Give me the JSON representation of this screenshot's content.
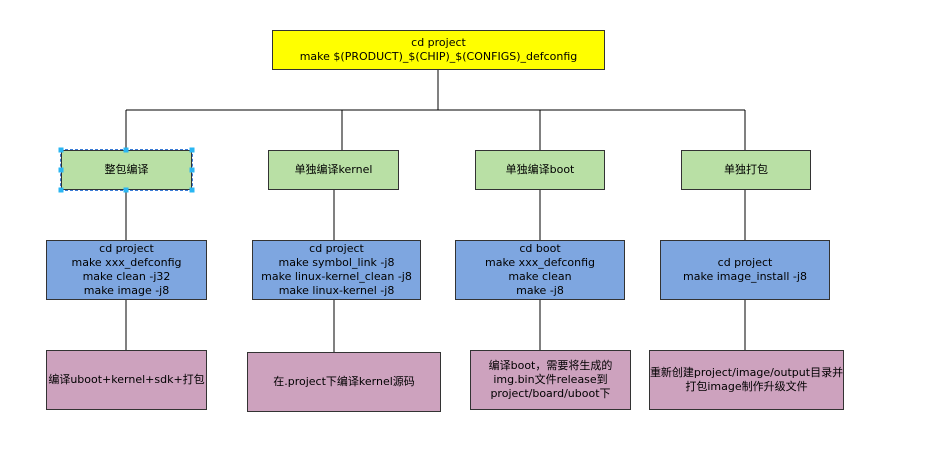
{
  "root": {
    "lines": [
      "cd project",
      "make $(PRODUCT)_$(CHIP)_$(CONFIGS)_defconfig"
    ]
  },
  "branches": [
    {
      "title": "整包编译",
      "commands": [
        "cd project",
        "make xxx_defconfig",
        "make clean -j32",
        "make image -j8"
      ],
      "note": [
        "编译uboot+kernel+sdk+打包"
      ]
    },
    {
      "title": "单独编译kernel",
      "commands": [
        "cd project",
        "make symbol_link -j8",
        "make linux-kernel_clean -j8",
        "make linux-kernel -j8"
      ],
      "note": [
        "在.project下编译kernel源码"
      ]
    },
    {
      "title": "单独编译boot",
      "commands": [
        "cd boot",
        "make xxx_defconfig",
        "make clean",
        "make -j8"
      ],
      "note": [
        "编译boot，需要将生成的",
        "img.bin文件release到",
        "project/board/uboot下"
      ]
    },
    {
      "title": "单独打包",
      "commands": [
        "cd project",
        "make image_install -j8"
      ],
      "note": [
        "重新创建project/image/output目录并",
        "打包image制作升级文件"
      ]
    }
  ],
  "colors": {
    "root": "#ffff00",
    "title": "#b9e0a5",
    "commands": "#7ea6e0",
    "note": "#cda2be",
    "selection": "#29b6f2"
  }
}
